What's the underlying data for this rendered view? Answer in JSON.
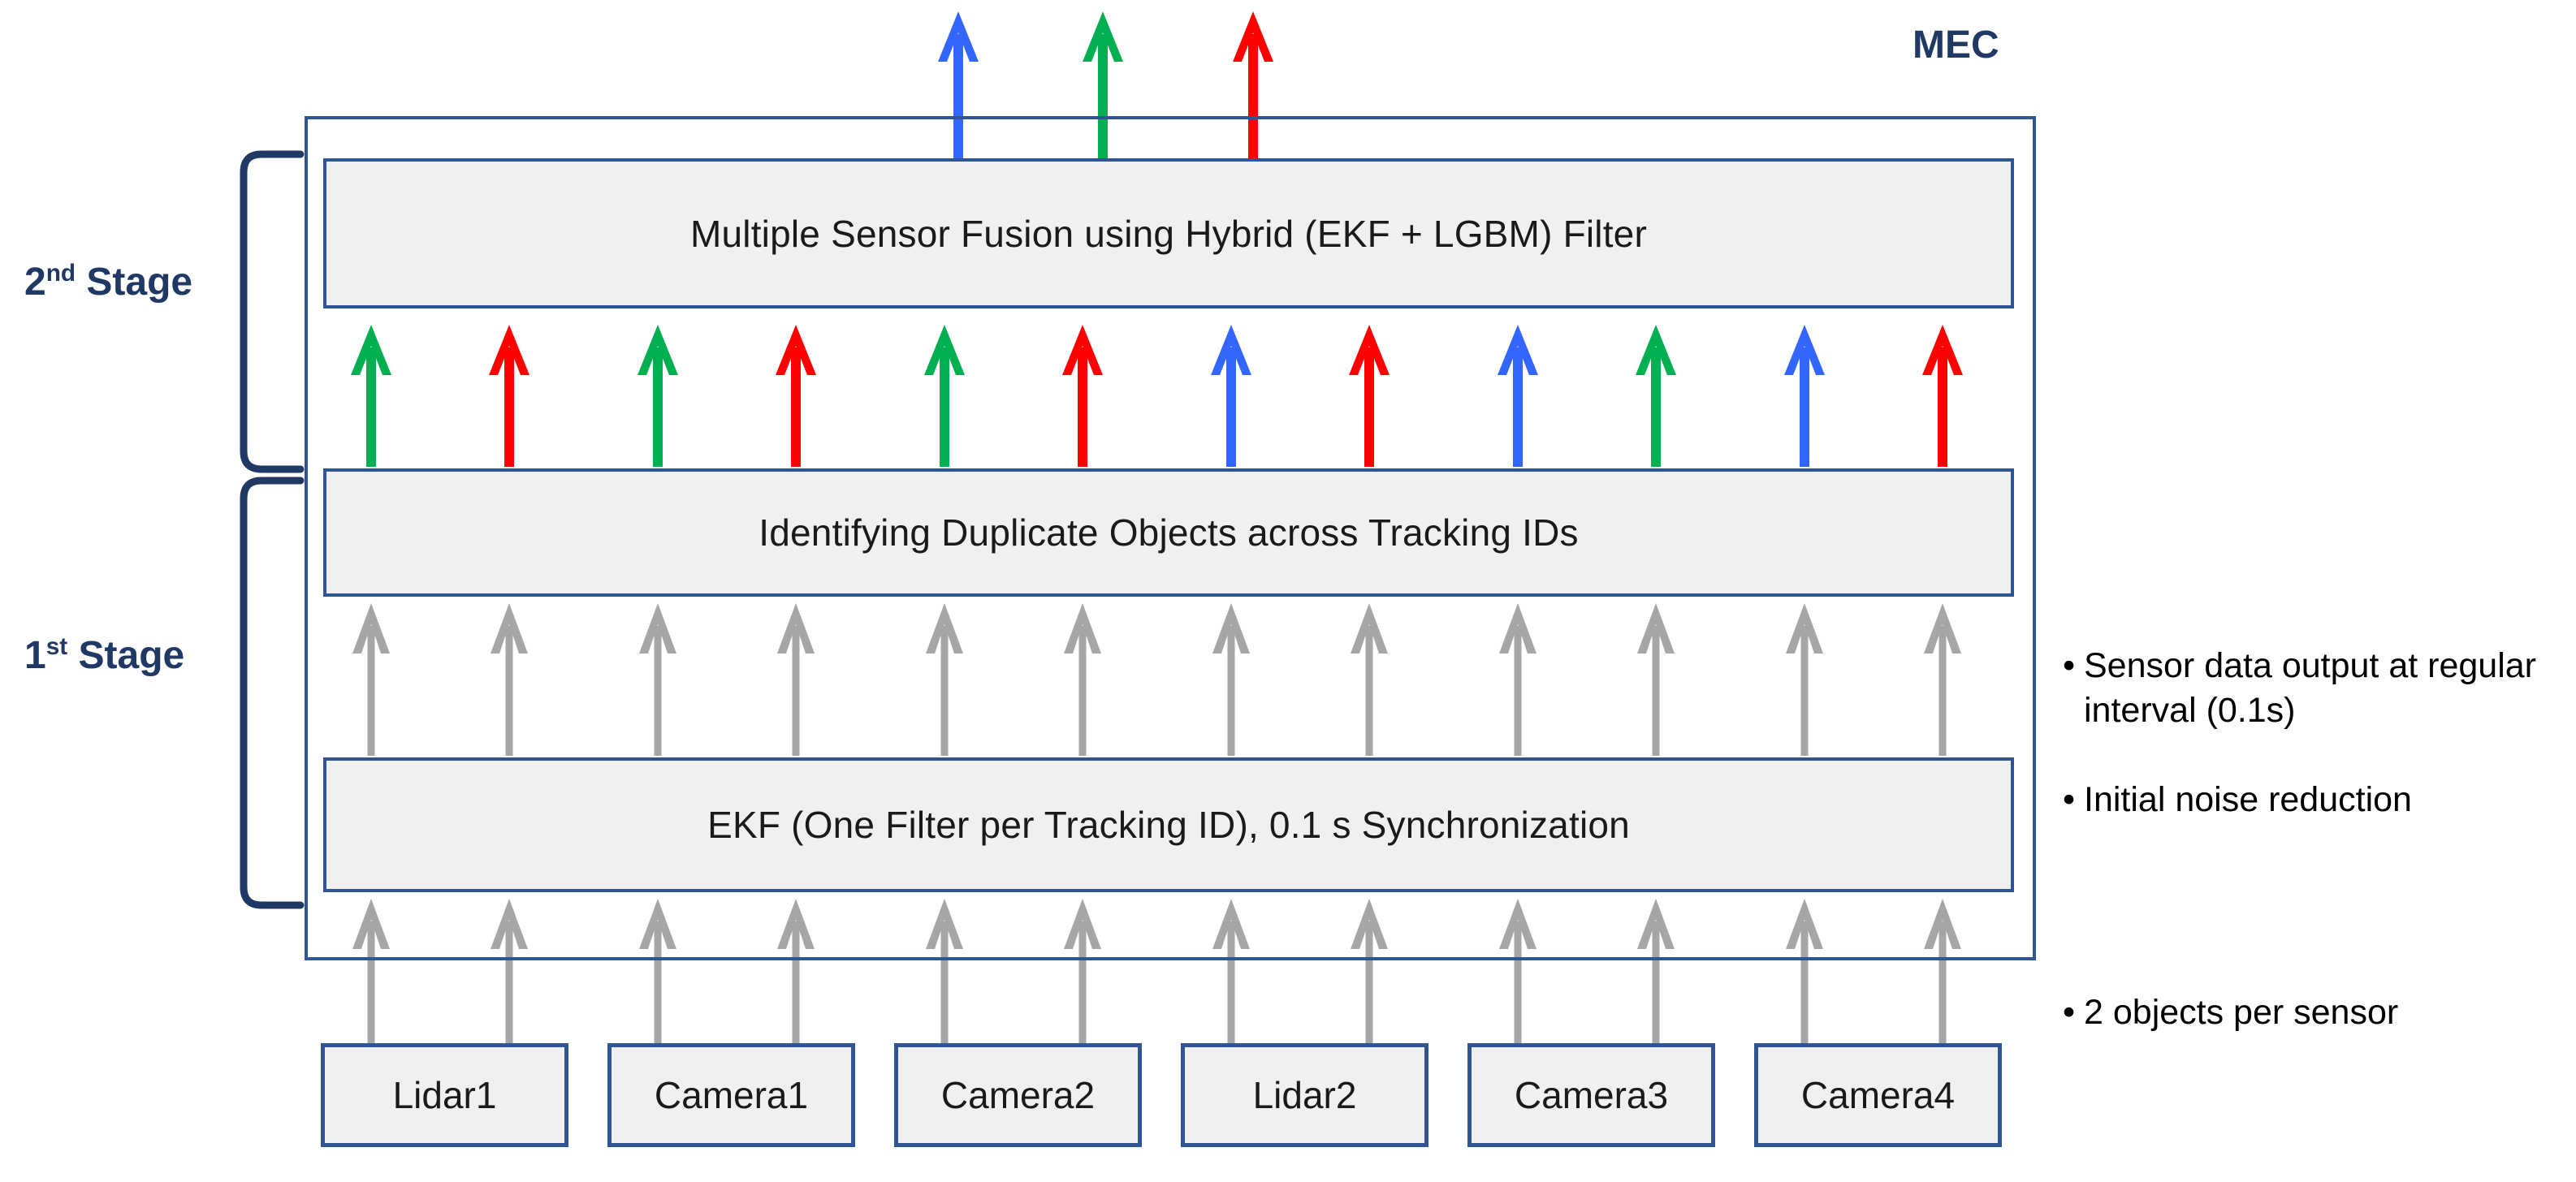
{
  "diagram": {
    "mec_title": "MEC",
    "stages": [
      {
        "id": "stage2",
        "label_prefix": "2",
        "label_ordinal": "nd",
        "label_suffix": " Stage",
        "full": "2nd Stage"
      },
      {
        "id": "stage1",
        "label_prefix": "1",
        "label_ordinal": "st",
        "label_suffix": " Stage",
        "full": "1st Stage"
      }
    ],
    "process_boxes": [
      {
        "id": "fusion",
        "label": "Multiple Sensor Fusion using Hybrid (EKF + LGBM) Filter"
      },
      {
        "id": "duplicate",
        "label": "Identifying Duplicate Objects across Tracking IDs"
      },
      {
        "id": "ekf",
        "label": "EKF (One Filter per Tracking ID), 0.1 s Synchronization"
      }
    ],
    "sensors": [
      {
        "id": "lidar1",
        "label": "Lidar1"
      },
      {
        "id": "camera1",
        "label": "Camera1"
      },
      {
        "id": "camera2",
        "label": "Camera2"
      },
      {
        "id": "lidar2",
        "label": "Lidar2"
      },
      {
        "id": "camera3",
        "label": "Camera3"
      },
      {
        "id": "camera4",
        "label": "Camera4"
      }
    ],
    "notes": [
      {
        "id": "note-sensor-output",
        "bullet": "•",
        "text": "Sensor data output at regular interval (0.1s)"
      },
      {
        "id": "note-noise",
        "bullet": "•",
        "text": "Initial noise reduction"
      },
      {
        "id": "note-objects",
        "bullet": "•",
        "text": "2 objects per sensor"
      }
    ],
    "arrows": {
      "output_row": {
        "id": "fusion-output-arrows",
        "count": 3,
        "colors": [
          "blue",
          "green",
          "red"
        ]
      },
      "fusion_input_row": {
        "id": "fusion-input-arrows",
        "count": 12,
        "colors": [
          "green",
          "red",
          "green",
          "red",
          "green",
          "red",
          "blue",
          "red",
          "blue",
          "green",
          "blue",
          "red"
        ]
      },
      "duplicate_input_row": {
        "id": "duplicate-input-arrows",
        "count": 12,
        "color": "gray"
      },
      "ekf_input_row": {
        "id": "ekf-input-arrows",
        "count": 12,
        "color": "gray"
      }
    },
    "colors": {
      "border_blue": "#2f5597",
      "navy_text": "#1f3864",
      "box_fill": "#f0f0f0",
      "arrow_red": "#ff0000",
      "arrow_green": "#00b050",
      "arrow_blue": "#3366ff",
      "arrow_gray": "#a6a6a6",
      "brace": "#1f3864"
    }
  }
}
